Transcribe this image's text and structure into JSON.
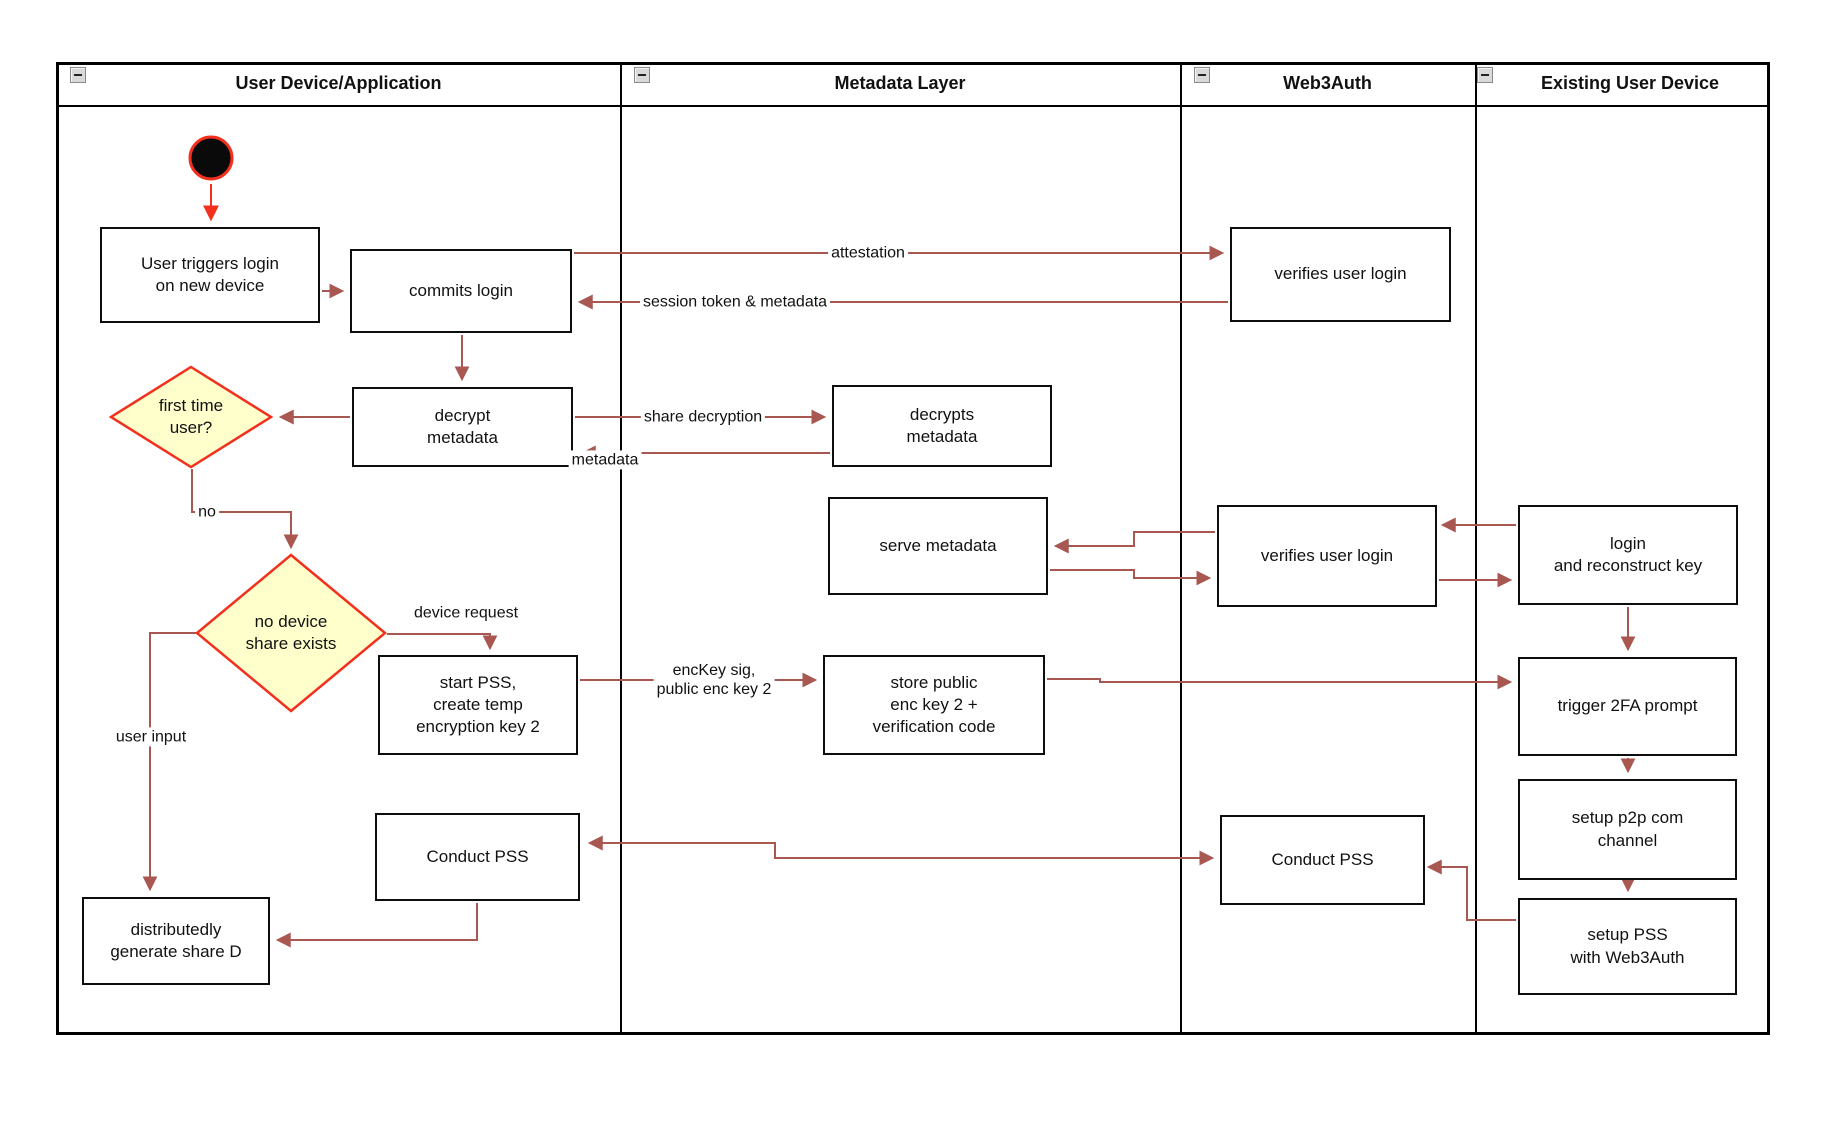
{
  "lanes": [
    {
      "label": "User Device/Application"
    },
    {
      "label": "Metadata Layer"
    },
    {
      "label": "Web3Auth"
    },
    {
      "label": "Existing User Device"
    }
  ],
  "nodes": {
    "user_triggers": {
      "label": "User triggers login\non new device"
    },
    "commits_login": {
      "label": "commits login"
    },
    "decrypt_metadata": {
      "label": "decrypt\nmetadata"
    },
    "decrypts_metadata": {
      "label": "decrypts\nmetadata"
    },
    "first_time_user": {
      "label": "first time\nuser?"
    },
    "no_device_share": {
      "label": "no device\nshare exists"
    },
    "start_pss": {
      "label": "start PSS,\ncreate temp\nencryption key 2"
    },
    "store_public": {
      "label": "store public\nenc key 2 +\nverification code"
    },
    "serve_metadata": {
      "label": "serve metadata"
    },
    "verifies_user_login_1": {
      "label": "verifies user login"
    },
    "verifies_user_login_2": {
      "label": "verifies user login"
    },
    "login_reconstruct": {
      "label": "login\nand reconstruct key"
    },
    "trigger_2fa": {
      "label": "trigger 2FA prompt"
    },
    "setup_p2p": {
      "label": "setup p2p com\nchannel"
    },
    "setup_pss": {
      "label": "setup PSS\nwith Web3Auth"
    },
    "conduct_pss_left": {
      "label": "Conduct PSS"
    },
    "conduct_pss_w3a": {
      "label": "Conduct PSS"
    },
    "share_d": {
      "label": "distributedly\ngenerate share D"
    }
  },
  "edge_labels": {
    "attestation": "attestation",
    "session_token": "session token & metadata",
    "share_decryption": "share decryption",
    "metadata": "metadata",
    "no": "no",
    "device_request": "device request",
    "enckey": "encKey sig,\npublic enc key 2",
    "user_input": "user input"
  },
  "colors": {
    "connector": "#a85751",
    "accent_red": "#f3301d",
    "diamond_fill": "#ffffcc"
  }
}
